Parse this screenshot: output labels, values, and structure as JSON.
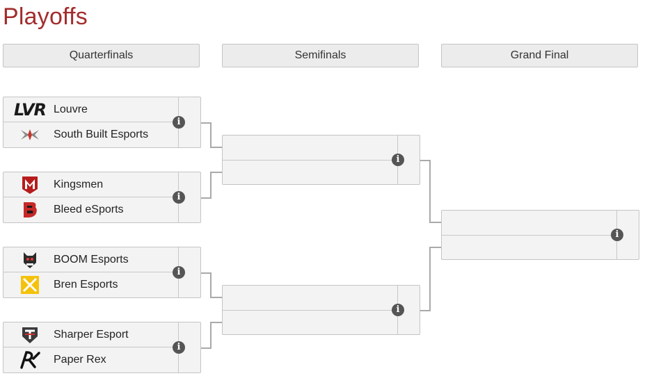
{
  "title": "Playoffs",
  "rounds": [
    {
      "label": "Quarterfinals"
    },
    {
      "label": "Semifinals"
    },
    {
      "label": "Grand Final"
    }
  ],
  "quarterfinals": [
    {
      "team1": {
        "name": "Louvre",
        "logo": "lvr-logo"
      },
      "team2": {
        "name": "South Built Esports",
        "logo": "south-built-logo"
      }
    },
    {
      "team1": {
        "name": "Kingsmen",
        "logo": "kingsmen-logo"
      },
      "team2": {
        "name": "Bleed eSports",
        "logo": "bleed-logo"
      }
    },
    {
      "team1": {
        "name": "BOOM Esports",
        "logo": "boom-logo"
      },
      "team2": {
        "name": "Bren Esports",
        "logo": "bren-logo"
      }
    },
    {
      "team1": {
        "name": "Sharper Esport",
        "logo": "sharper-logo"
      },
      "team2": {
        "name": "Paper Rex",
        "logo": "paper-rex-logo"
      }
    }
  ],
  "logo_text": {
    "lvr": "LVR"
  },
  "info_symbol": "i",
  "colors": {
    "title": "#a32d2d",
    "connector": "#a9a9a9",
    "match_bg": "#f3f3f3",
    "header_bg": "#ececec"
  }
}
